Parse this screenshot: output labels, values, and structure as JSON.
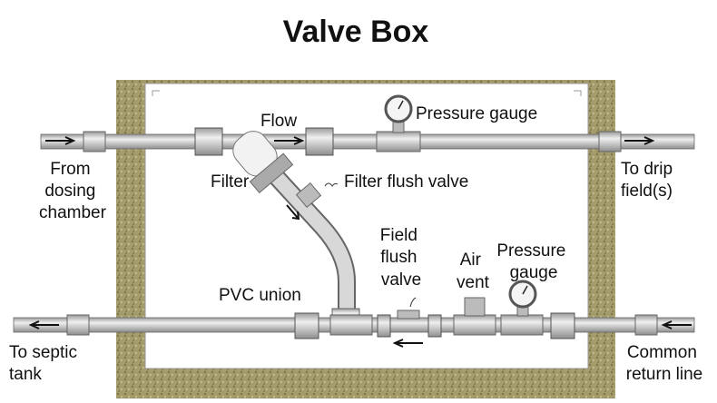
{
  "title": "Valve Box",
  "labels": {
    "flow": "Flow",
    "pressure_gauge_top": "Pressure gauge",
    "from_dosing": [
      "From",
      "dosing",
      "chamber"
    ],
    "filter": "Filter",
    "filter_flush_valve": "Filter flush valve",
    "to_drip": [
      "To drip",
      "field(s)"
    ],
    "field_flush_valve": [
      "Field",
      "flush",
      "valve"
    ],
    "air_vent": [
      "Air",
      "vent"
    ],
    "pressure_gauge_bottom": [
      "Pressure",
      "gauge"
    ],
    "pvc_union": "PVC union",
    "to_septic": [
      "To septic",
      "tank"
    ],
    "common_return": [
      "Common",
      "return line"
    ]
  },
  "colors": {
    "soil": "#a39a6a",
    "pipe": "#c9c9c9",
    "pipe_edge": "#6d6d6d",
    "union": "#8a8a8a"
  }
}
